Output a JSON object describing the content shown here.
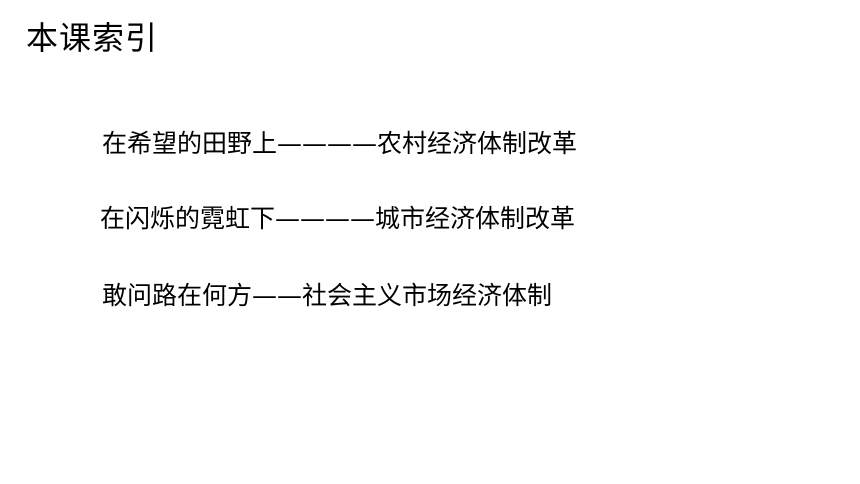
{
  "slide": {
    "title": "本课索引",
    "items": [
      {
        "label": "在希望的田野上————农村经济体制改革"
      },
      {
        "label": "在闪烁的霓虹下————城市经济体制改革"
      },
      {
        "label": "敢问路在何方——社会主义市场经济体制"
      }
    ]
  }
}
